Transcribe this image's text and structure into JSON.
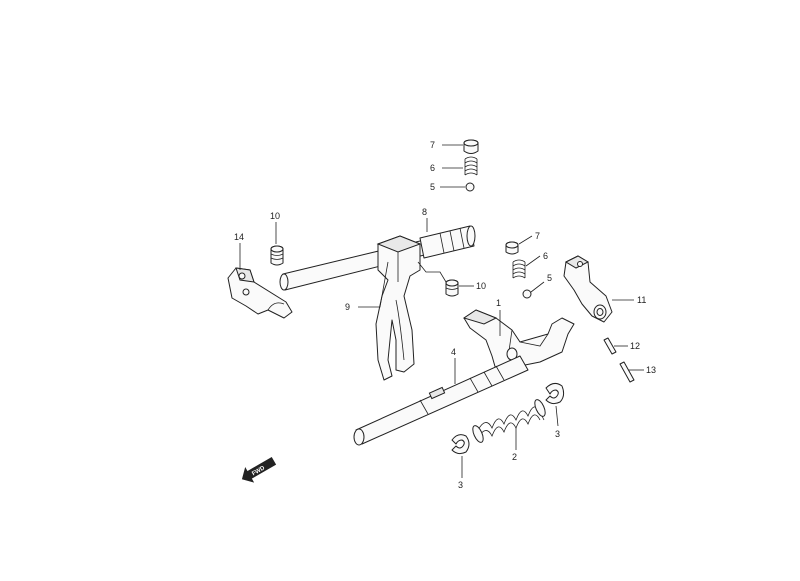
{
  "callouts": {
    "c1": "1",
    "c2": "2",
    "c3a": "3",
    "c3b": "3",
    "c4": "4",
    "c5a": "5",
    "c5b": "5",
    "c6a": "6",
    "c6b": "6",
    "c7a": "7",
    "c7b": "7",
    "c8": "8",
    "c9": "9",
    "c10a": "10",
    "c10b": "10",
    "c11": "11",
    "c12": "12",
    "c13": "13",
    "c14": "14"
  },
  "front_arrow_label": "FWD"
}
